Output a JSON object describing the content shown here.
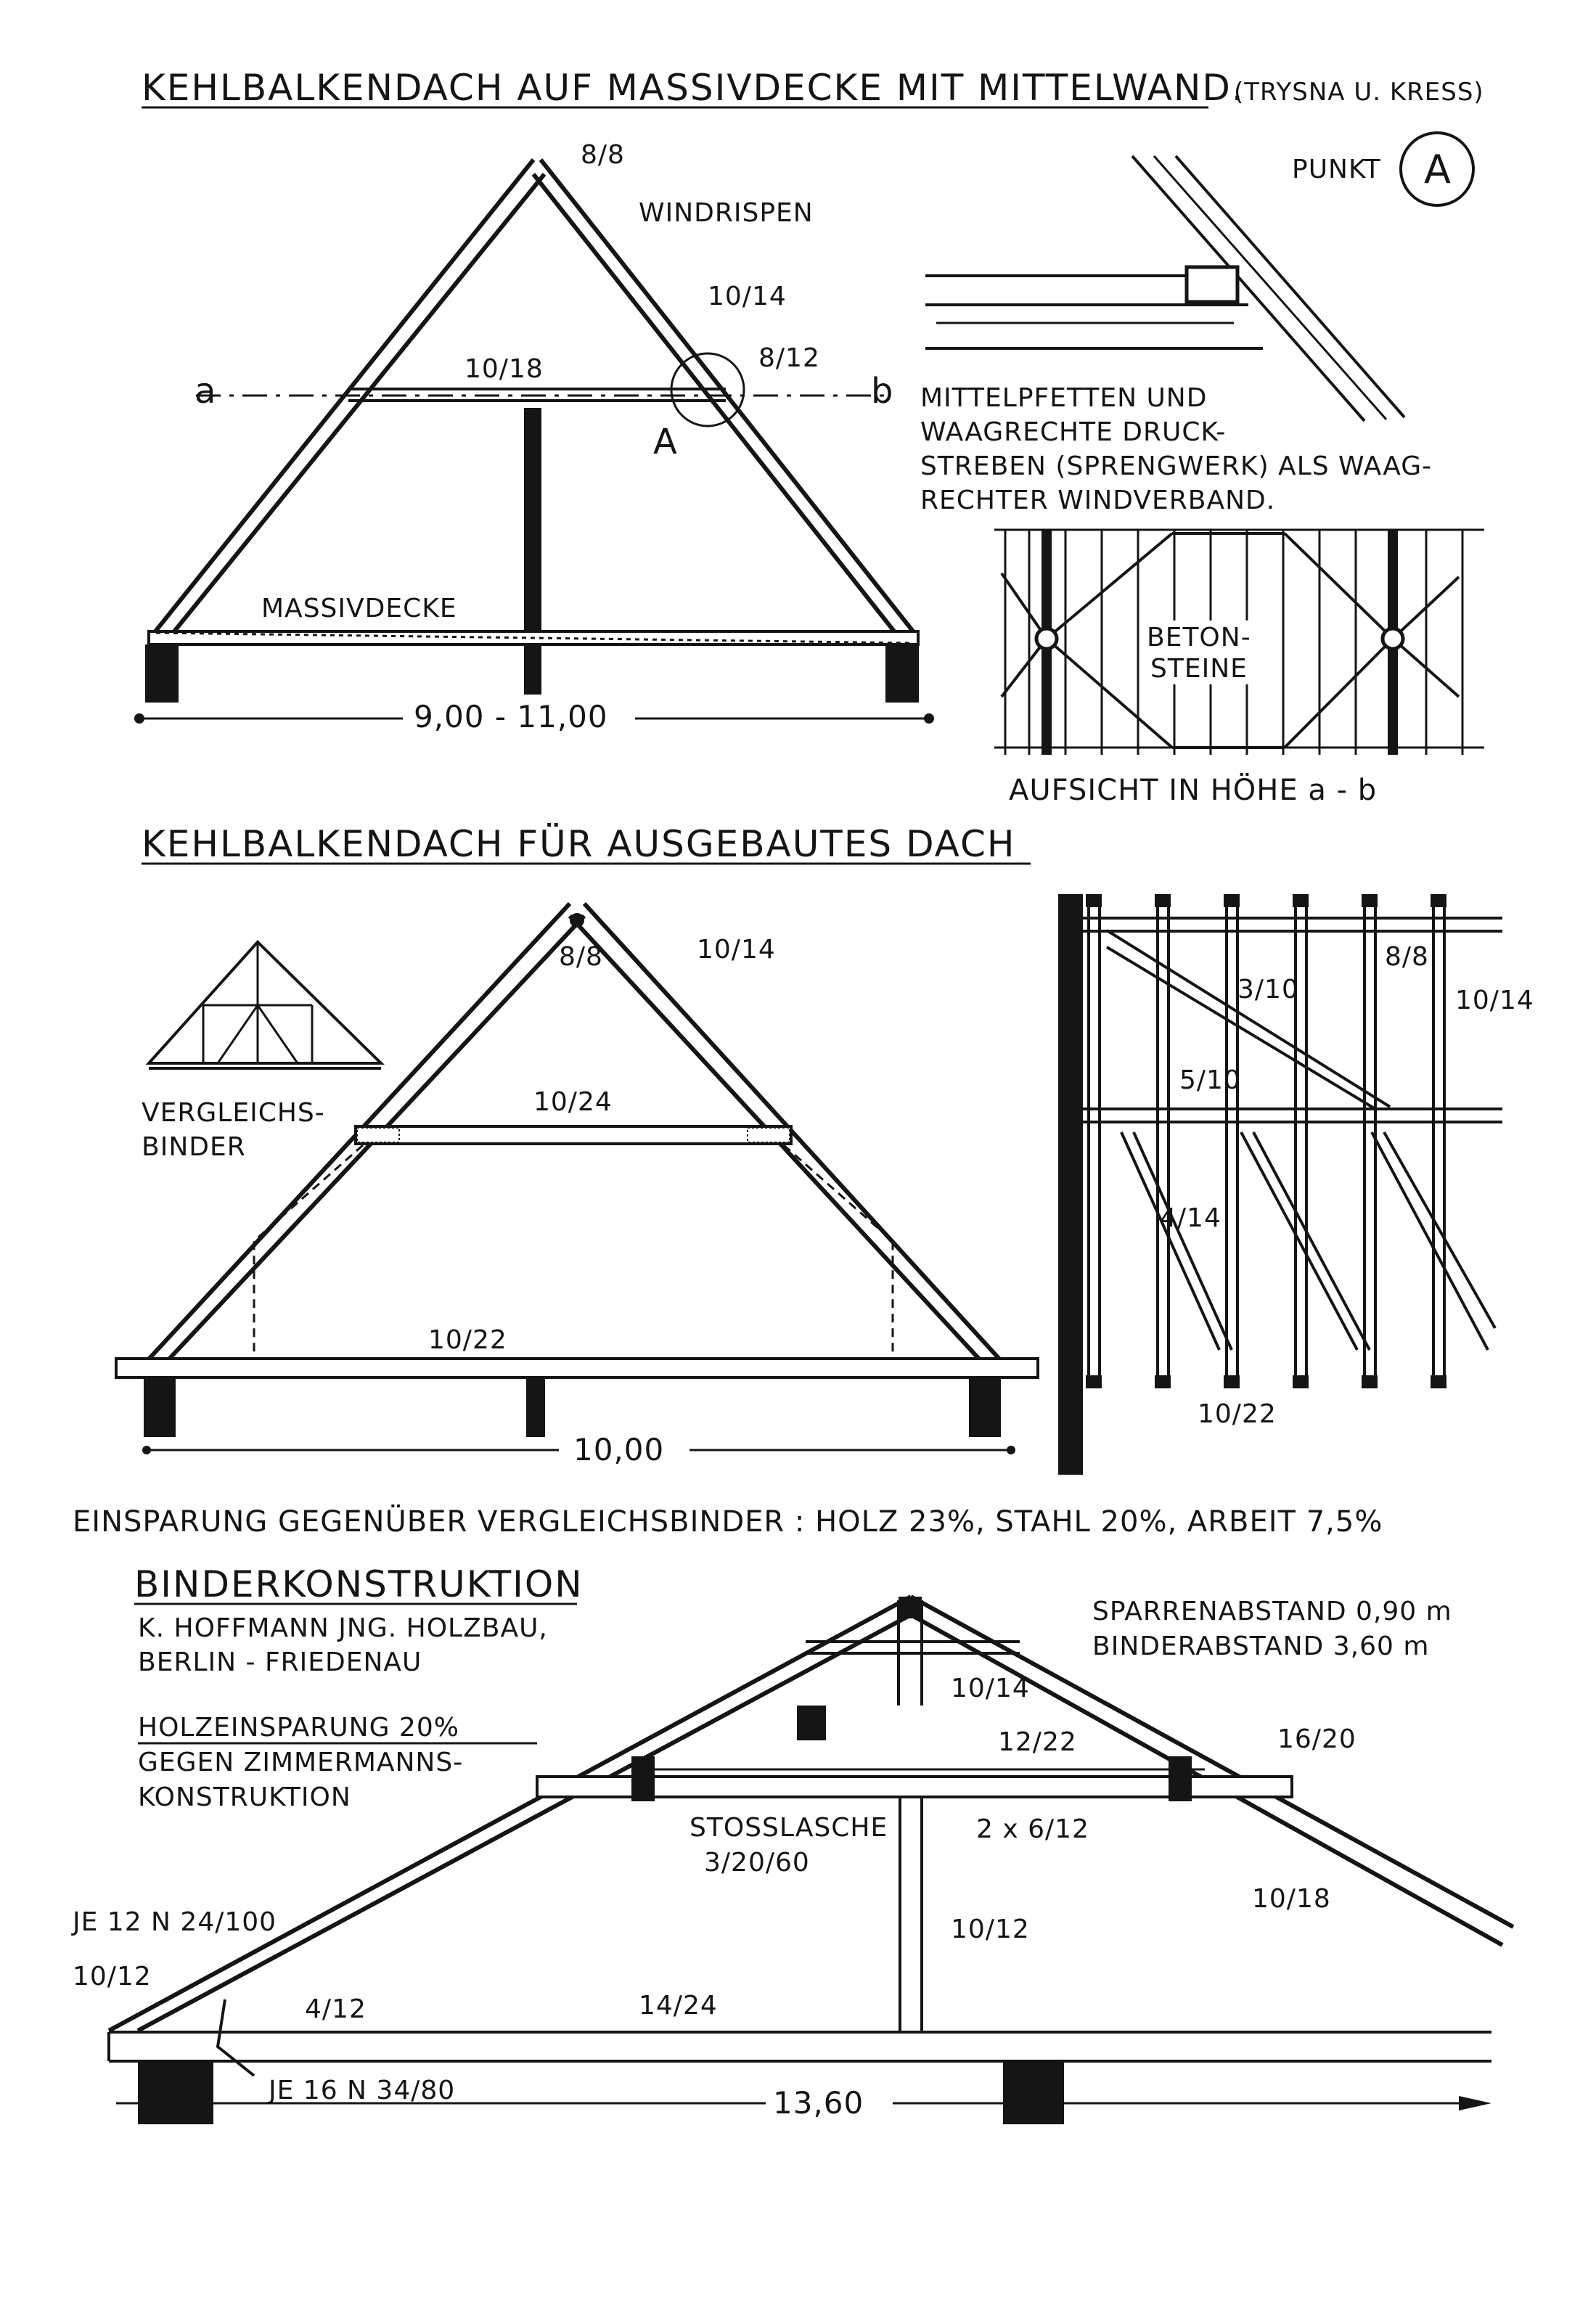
{
  "section1": {
    "title": "KEHLBALKENDACH AUF MASSIVDECKE MIT MITTELWAND.",
    "authors": "(TRYSNA U. KRESS)",
    "labels": {
      "top": "8/8",
      "windrispen": "WINDRISPEN",
      "rafter": "10/14",
      "collar": "10/18",
      "strut": "8/12",
      "a": "a",
      "b": "b",
      "A": "A",
      "massivdecke": "MASSIVDECKE",
      "span": "9,00 - 11,00"
    },
    "punkt": "PUNKT",
    "punkt_letter": "A",
    "note_lines": [
      "MITTELPFETTEN UND",
      "WAAGRECHTE DRUCK-",
      "STREBEN (SPRENGWERK) ALS WAAG-",
      "RECHTER WINDVERBAND."
    ],
    "beton_lines": [
      "BETON-",
      "STEINE"
    ],
    "aufsicht": "AUFSICHT IN HÖHE a - b"
  },
  "section2": {
    "title": "KEHLBALKENDACH FÜR AUSGEBAUTES DACH",
    "vergleich_lines": [
      "VERGLEICHS-",
      "BINDER"
    ],
    "labels": {
      "top": "8/8",
      "rafter": "10/14",
      "collar": "10/24",
      "tie": "10/22",
      "span": "10,00"
    },
    "elevation": {
      "l88": "8/8",
      "l1014": "10/14",
      "l310": "3/10",
      "l510": "5/10",
      "l414": "4/14",
      "l1022": "10/22"
    },
    "savings": "EINSPARUNG GEGENÜBER VERGLEICHSBINDER : HOLZ 23%, STAHL 20%, ARBEIT 7,5%"
  },
  "section3": {
    "title": "BINDERKONSTRUKTION",
    "company_lines": [
      "K. HOFFMANN JNG. HOLZBAU,",
      "BERLIN - FRIEDENAU"
    ],
    "saving_lines": [
      "HOLZEINSPARUNG 20%",
      "GEGEN ZIMMERMANNS-",
      "KONSTRUKTION"
    ],
    "spacing_lines": [
      "SPARRENABSTAND 0,90 m",
      "BINDERABSTAND 3,60 m"
    ],
    "labels": {
      "l1014": "10/14",
      "l1222": "12/22",
      "l1620": "16/20",
      "stoss1": "STOSSLASCHE",
      "stoss2": "3/20/60",
      "l2x612": "2 x 6/12",
      "l1018": "10/18",
      "l1012r": "10/12",
      "je12": "JE 12 N 24/100",
      "l1012l": "10/12",
      "l412": "4/12",
      "l1424": "14/24",
      "je16": "JE 16 N 34/80",
      "span": "13,60"
    }
  }
}
